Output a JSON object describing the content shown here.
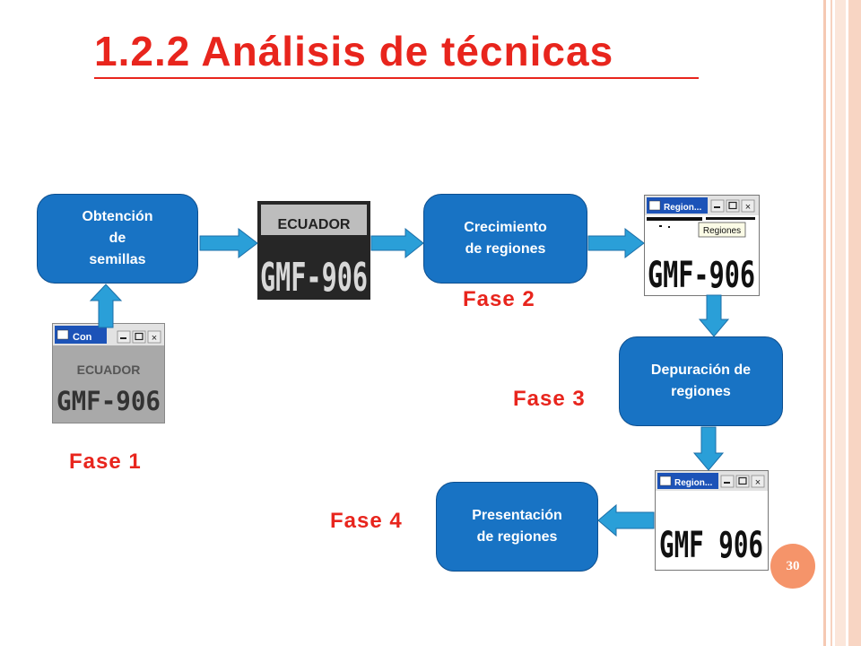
{
  "title": "1.2.2 Análisis de técnicas",
  "slide_number": "30",
  "colors": {
    "accent": "#e8251d",
    "box": "#1873c4",
    "arrow": "#2a9fd8",
    "badge": "#f5946a"
  },
  "boxes": {
    "obtencion": "Obtención\nde\nsemillas",
    "crecimiento": "Crecimiento\nde regiones",
    "depuracion": "Depuración de\nregiones",
    "presentacion": "Presentación\nde regiones"
  },
  "phases": {
    "fase1": "Fase 1",
    "fase2": "Fase 2",
    "fase3": "Fase 3",
    "fase4": "Fase 4"
  },
  "images": {
    "plate_window": {
      "title": "Con",
      "country": "ECUADOR",
      "plate": "GMF-906"
    },
    "plate_binary": {
      "country": "ECUADOR",
      "plate": "GMF-906"
    },
    "regions_window": {
      "title": "Region...",
      "tooltip": "Regiones",
      "plate": "GMF-906"
    },
    "final_window": {
      "title": "Region...",
      "plate": "GMF 906"
    }
  }
}
